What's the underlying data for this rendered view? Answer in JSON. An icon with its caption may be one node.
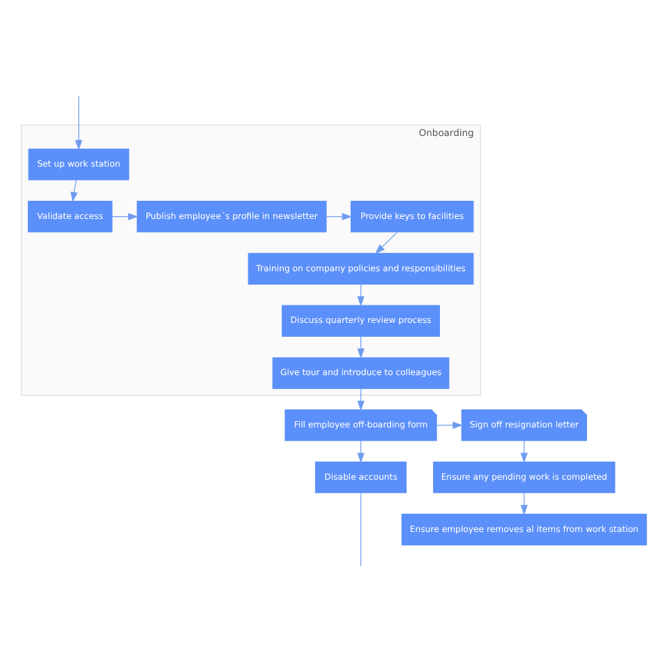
{
  "diagram": {
    "nodes": [
      {
        "text": [
          "Onboarding"
        ]
      },
      {
        "text": [
          "Set up work station"
        ],
        "in": 0
      },
      {
        "text": [
          "Validate access"
        ],
        "in": 0
      },
      {
        "text": [
          "Publish employee´s profile in newsletter"
        ],
        "in": 0
      },
      {
        "text": [
          "Provide keys to facilities"
        ],
        "in": 0
      },
      {
        "text": [
          "Training on company policies and responsibilities"
        ],
        "in": 0
      },
      {
        "text": [
          "Discuss quarterly review process"
        ],
        "in": 0
      },
      {
        "text": [
          "Give tour and introduce to colleagues"
        ],
        "in": 0
      },
      {
        "text": [
          "Fill employee off-boarding form"
        ]
      },
      {
        "text": [
          "Sign off resignation letter"
        ]
      },
      {
        "text": [
          "Disable accounts"
        ]
      },
      {
        "text": [
          "Ensure any pending work is completed"
        ]
      },
      {
        "text": [
          "Ensure employee removes al items from work station"
        ]
      }
    ],
    "edges": [
      {
        "from": null,
        "to": 1,
        "arrow": "to"
      },
      {
        "from": 1,
        "to": 2,
        "arrow": "to"
      },
      {
        "from": 2,
        "to": 3,
        "arrow": "to"
      },
      {
        "from": 3,
        "to": 4,
        "arrow": "to"
      },
      {
        "from": 4,
        "to": 5,
        "arrow": "to"
      },
      {
        "from": 5,
        "to": 6,
        "arrow": "to"
      },
      {
        "from": 6,
        "to": 7,
        "arrow": "to"
      },
      {
        "from": 7,
        "to": 8,
        "arrow": "to"
      },
      {
        "from": 8,
        "to": 9,
        "arrow": "to"
      },
      {
        "from": 8,
        "to": 10,
        "arrow": "to"
      },
      {
        "from": 9,
        "to": 11,
        "arrow": "to"
      },
      {
        "from": 11,
        "to": 12,
        "arrow": "to"
      },
      {
        "from": 10,
        "to": null,
        "arrow": "none"
      }
    ]
  }
}
